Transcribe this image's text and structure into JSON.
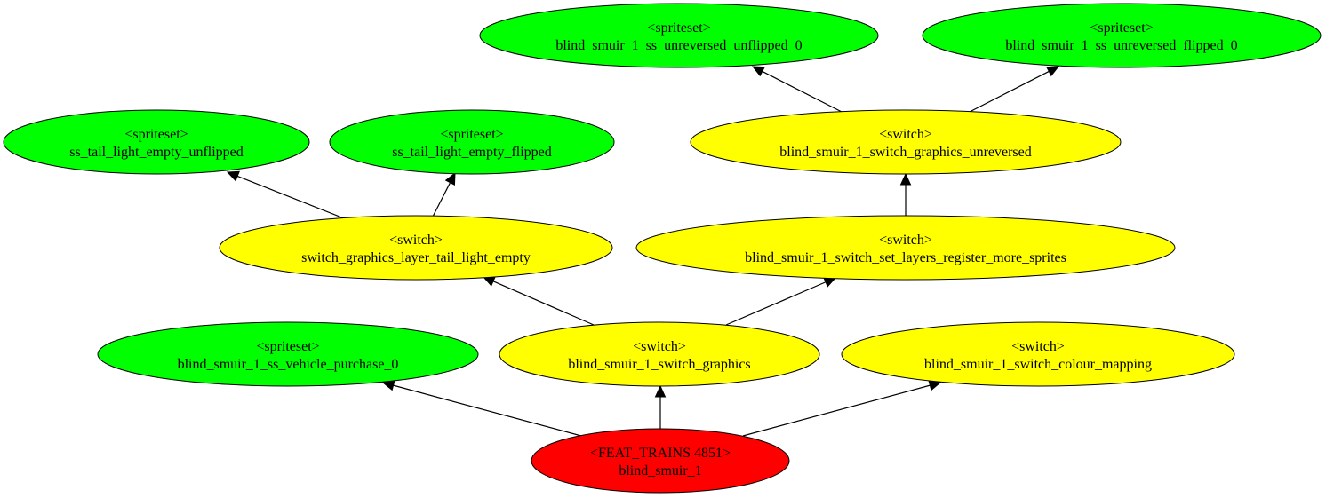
{
  "colors": {
    "spriteset": "#00ff00",
    "switch": "#ffff00",
    "feature": "#ff0000",
    "edge": "#000000"
  },
  "nodes": [
    {
      "id": "ss_unflipped_0",
      "kind": "spriteset",
      "tag": "<spriteset>",
      "label": "blind_smuir_1_ss_unreversed_unflipped_0"
    },
    {
      "id": "ss_flipped_0",
      "kind": "spriteset",
      "tag": "<spriteset>",
      "label": "blind_smuir_1_ss_unreversed_flipped_0"
    },
    {
      "id": "ss_tail_unflipped",
      "kind": "spriteset",
      "tag": "<spriteset>",
      "label": "ss_tail_light_empty_unflipped"
    },
    {
      "id": "ss_tail_flipped",
      "kind": "spriteset",
      "tag": "<spriteset>",
      "label": "ss_tail_light_empty_flipped"
    },
    {
      "id": "sw_unreversed",
      "kind": "switch",
      "tag": "<switch>",
      "label": "blind_smuir_1_switch_graphics_unreversed"
    },
    {
      "id": "sw_tail_light",
      "kind": "switch",
      "tag": "<switch>",
      "label": "switch_graphics_layer_tail_light_empty"
    },
    {
      "id": "sw_set_layers",
      "kind": "switch",
      "tag": "<switch>",
      "label": "blind_smuir_1_switch_set_layers_register_more_sprites"
    },
    {
      "id": "ss_purchase",
      "kind": "spriteset",
      "tag": "<spriteset>",
      "label": "blind_smuir_1_ss_vehicle_purchase_0"
    },
    {
      "id": "sw_graphics",
      "kind": "switch",
      "tag": "<switch>",
      "label": "blind_smuir_1_switch_graphics"
    },
    {
      "id": "sw_colour",
      "kind": "switch",
      "tag": "<switch>",
      "label": "blind_smuir_1_switch_colour_mapping"
    },
    {
      "id": "feat",
      "kind": "feature",
      "tag": "<FEAT_TRAINS 4851>",
      "label": "blind_smuir_1"
    }
  ],
  "edges": [
    {
      "from": "sw_unreversed",
      "to": "ss_unflipped_0"
    },
    {
      "from": "sw_unreversed",
      "to": "ss_flipped_0"
    },
    {
      "from": "sw_tail_light",
      "to": "ss_tail_unflipped"
    },
    {
      "from": "sw_tail_light",
      "to": "ss_tail_flipped"
    },
    {
      "from": "sw_set_layers",
      "to": "sw_unreversed"
    },
    {
      "from": "sw_graphics",
      "to": "sw_tail_light"
    },
    {
      "from": "sw_graphics",
      "to": "sw_set_layers"
    },
    {
      "from": "feat",
      "to": "ss_purchase"
    },
    {
      "from": "feat",
      "to": "sw_graphics"
    },
    {
      "from": "feat",
      "to": "sw_colour"
    }
  ]
}
